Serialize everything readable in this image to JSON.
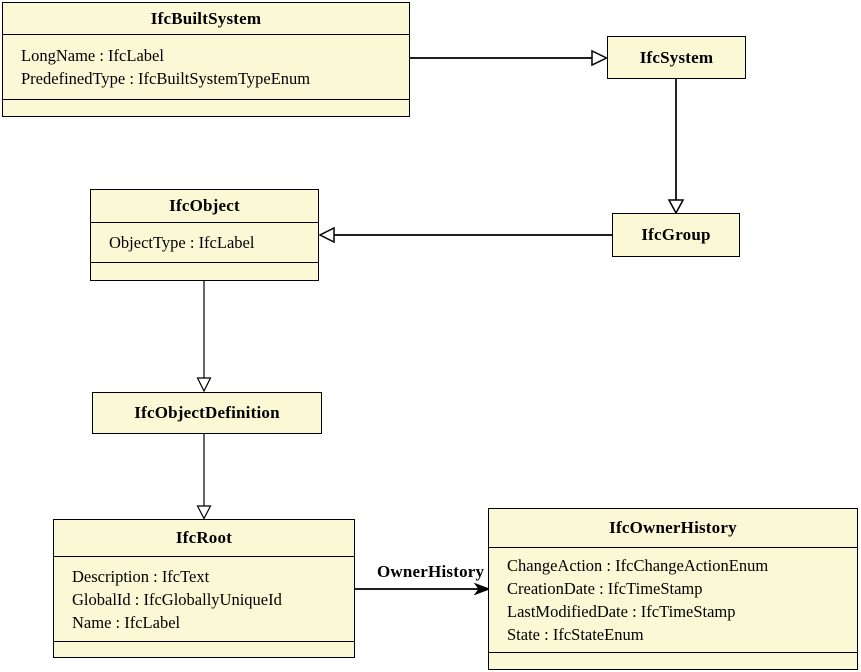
{
  "colors": {
    "class_fill": "#FBF8D5",
    "border": "#000000",
    "background": "#FFFFFF"
  },
  "classes": {
    "built_system": {
      "title": "IfcBuiltSystem",
      "attributes": [
        "LongName : IfcLabel",
        "PredefinedType : IfcBuiltSystemTypeEnum"
      ]
    },
    "system": {
      "title": "IfcSystem",
      "attributes": []
    },
    "object": {
      "title": "IfcObject",
      "attributes": [
        "ObjectType : IfcLabel"
      ]
    },
    "group": {
      "title": "IfcGroup",
      "attributes": []
    },
    "object_definition": {
      "title": "IfcObjectDefinition",
      "attributes": []
    },
    "root": {
      "title": "IfcRoot",
      "attributes": [
        "Description : IfcText",
        "GlobalId : IfcGloballyUniqueId",
        "Name : IfcLabel"
      ]
    },
    "owner_history": {
      "title": "IfcOwnerHistory",
      "attributes": [
        "ChangeAction : IfcChangeActionEnum",
        "CreationDate : IfcTimeStamp",
        "LastModifiedDate : IfcTimeStamp",
        "State : IfcStateEnum"
      ]
    }
  },
  "relationships": {
    "owner_history_label": "OwnerHistory",
    "list": [
      {
        "from": "IfcBuiltSystem",
        "to": "IfcSystem",
        "type": "generalization"
      },
      {
        "from": "IfcSystem",
        "to": "IfcGroup",
        "type": "generalization"
      },
      {
        "from": "IfcGroup",
        "to": "IfcObject",
        "type": "generalization"
      },
      {
        "from": "IfcObject",
        "to": "IfcObjectDefinition",
        "type": "generalization"
      },
      {
        "from": "IfcObjectDefinition",
        "to": "IfcRoot",
        "type": "generalization"
      },
      {
        "from": "IfcRoot",
        "to": "IfcOwnerHistory",
        "type": "association",
        "label": "OwnerHistory"
      }
    ]
  }
}
